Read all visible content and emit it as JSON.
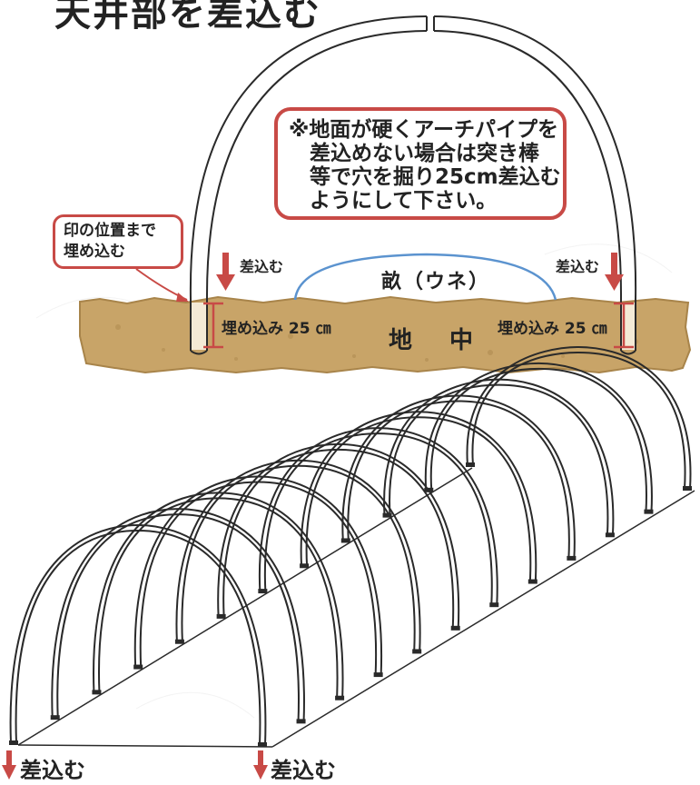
{
  "title": "天井部を差込む",
  "note": {
    "text": "※地面が硬くアーチパイプを\n　差込めない場合は突き棒\n　等で穴を掘り25cm差込む\n　ようにして下さい。"
  },
  "mark_callout": {
    "text": "印の位置まで\n埋め込む"
  },
  "labels": {
    "insert_left": "差込む",
    "insert_right": "差込む",
    "ridge": "畝（ウネ）",
    "ground": "地 中",
    "embed_left": "埋め込み 25 ㎝",
    "embed_right": "埋め込み 25 ㎝",
    "bottom_left": "差込む",
    "bottom_right": "差込む"
  },
  "colors": {
    "accent_red": "#c84a46",
    "soil": "#c8a468",
    "soil_dark": "#a8844a",
    "ridge_line": "#5b93cf",
    "pipe": "#2a2a2a"
  }
}
